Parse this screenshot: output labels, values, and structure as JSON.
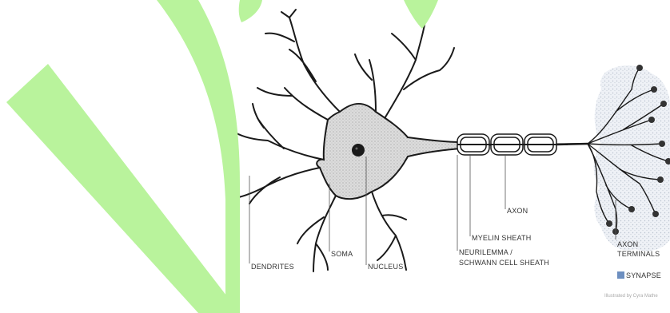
{
  "diagram": {
    "labels": {
      "dendrites": "DENDRITES",
      "soma": "SOMA",
      "nucleus": "NUCLEUS",
      "myelin_sheath": "MYELIN SHEATH",
      "axon": "AXON",
      "neurilemma_line1": "NEURILEMMA /",
      "neurilemma_line2": "SCHWANN CELL SHEATH",
      "axon_terminals_line1": "AXON",
      "axon_terminals_line2": "TERMINALS",
      "synapse": "SYNAPSE"
    },
    "credit": "Illustrated by Cyra Mathe",
    "colors": {
      "watermark": "#b9f39c",
      "line": "#1a1a1a",
      "soma_fill": "#e3e3e3",
      "synapse_fill": "#e8eef5",
      "synapse_legend": "#6d8fc0"
    }
  }
}
